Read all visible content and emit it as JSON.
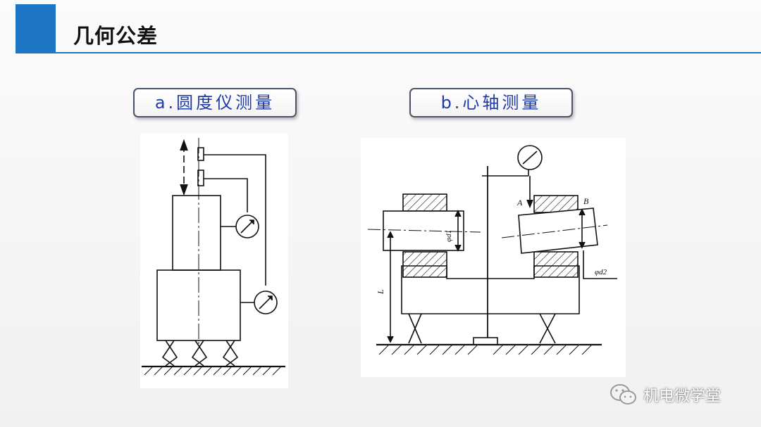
{
  "header": {
    "title": "几何公差",
    "accent_color": "#1d75c3"
  },
  "labels": {
    "a": "a.圆度仪测量",
    "b": "b.心轴测量"
  },
  "diagram_b": {
    "point_a": "A",
    "point_b": "B",
    "dim_d1": "φd1",
    "dim_d2": "φd2",
    "dim_l": "L"
  },
  "watermark": {
    "text": "机电微学堂",
    "icon": "wechat-icon"
  }
}
